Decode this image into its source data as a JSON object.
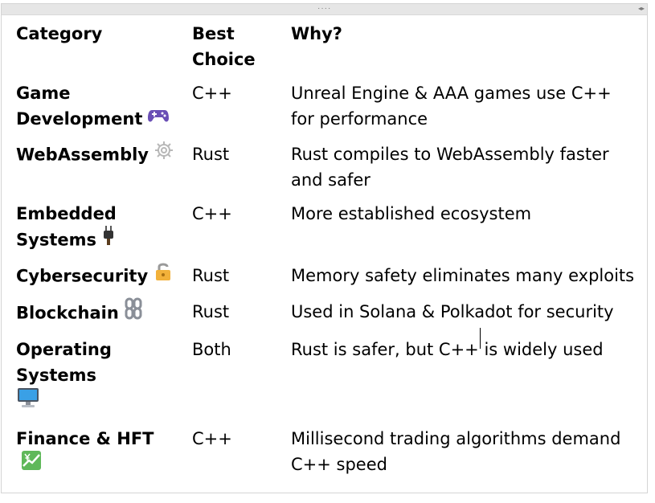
{
  "header": {
    "category": "Category",
    "best_choice": "Best Choice",
    "why": "Why?"
  },
  "rows": [
    {
      "category": "Game Development",
      "icon": "game-controller-icon",
      "best": "C++",
      "why": "Unreal Engine & AAA games use C++ for performance"
    },
    {
      "category": "WebAssembly",
      "icon": "gear-icon",
      "best": "Rust",
      "why": "Rust compiles to WebAssembly faster and safer"
    },
    {
      "category": "Embedded Systems",
      "icon": "plug-icon",
      "best": "C++",
      "why": "More established ecosystem"
    },
    {
      "category": "Cybersecurity",
      "icon": "lock-icon",
      "best": "Rust",
      "why": "Memory safety eliminates many exploits"
    },
    {
      "category": "Blockchain",
      "icon": "chain-icon",
      "best": "Rust",
      "why": "Used in Solana & Polkadot for security"
    },
    {
      "category": "Operating Systems",
      "icon": "computer-icon",
      "best": "Both",
      "why": "Rust is safer, but C++ is widely used"
    },
    {
      "category": "Finance & HFT",
      "icon": "chart-increasing-yen-icon",
      "best": "C++",
      "why": "Millisecond trading algorithms demand C++ speed"
    }
  ]
}
